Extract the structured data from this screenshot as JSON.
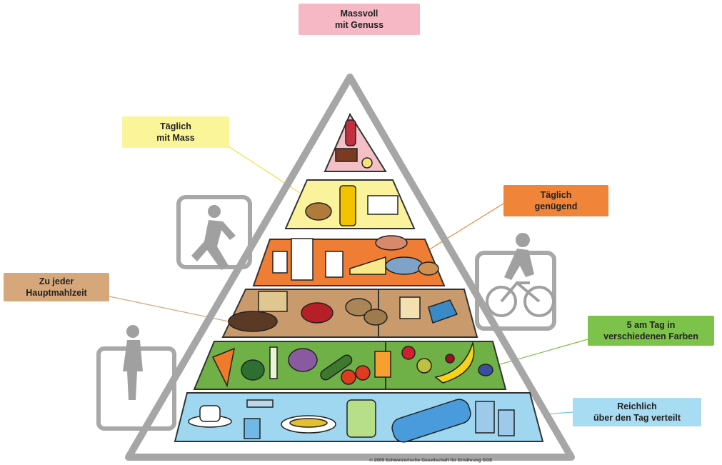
{
  "labels": {
    "top": {
      "line1": "Massvoll",
      "line2": "mit Genuss",
      "color": "#f5b8c4"
    },
    "sweets": {
      "line1": "Täglich",
      "line2": "mit Mass",
      "color": "#fbf59a"
    },
    "protein": {
      "line1": "Täglich",
      "line2": "genügend",
      "color": "#f0853a"
    },
    "grains": {
      "line1": "Zu jeder",
      "line2": "Hauptmahlzeit",
      "color": "#d5a77a"
    },
    "vegetables": {
      "line1": "5 am Tag in",
      "line2": "verschiedenen Farben",
      "color": "#7dc24b"
    },
    "water": {
      "line1": "Reichlich",
      "line2": "über den Tag verteilt",
      "color": "#a8dcf2"
    }
  },
  "levels": {
    "sweets_color": "#f3c0c8",
    "oils_color": "#fbf39b",
    "protein_color": "#ef7d33",
    "grains_color": "#c99a6c",
    "veg_color": "#6fb047",
    "fruit_color": "#6fb047",
    "water_color": "#9fd7f0"
  },
  "icons": {
    "figures": [
      "walking-stairs-icon",
      "running-icon",
      "cycling-icon"
    ],
    "foods": [
      "bottle-icon",
      "cake-icon",
      "oil-bottle-icon",
      "butter-icon",
      "nuts-icon",
      "milk-carton-icon",
      "yogurt-icon",
      "cheese-icon",
      "fish-icon",
      "meat-icon",
      "bread-icon",
      "bowl-icon",
      "potato-icon",
      "toast-icon",
      "pasta-icon",
      "carrot-icon",
      "pepper-icon",
      "leek-icon",
      "cucumber-icon",
      "tomato-icon",
      "juice-glass-icon",
      "strawberry-icon",
      "cherry-icon",
      "banana-icon",
      "plum-icon",
      "teacup-icon",
      "faucet-icon",
      "soup-bowl-icon",
      "jug-icon",
      "water-bottle-icon",
      "glasses-icon"
    ]
  },
  "copyright": "© 2005 Schweizerische Gesellschaft für Ernährung SGE"
}
